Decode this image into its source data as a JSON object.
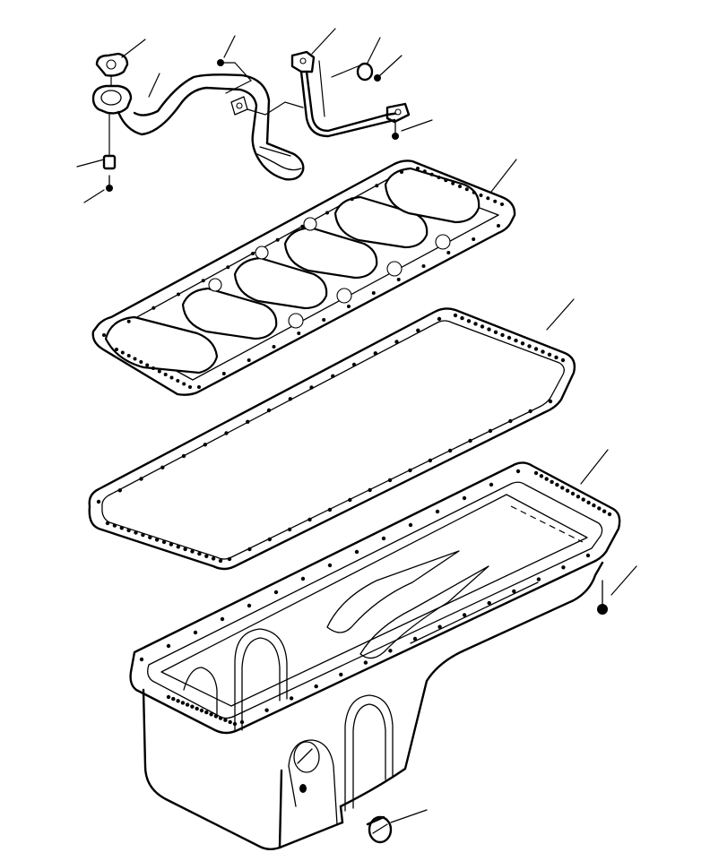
{
  "diagram": {
    "type": "exploded-parts-view",
    "line_color": "#000000",
    "background": "#ffffff",
    "parts": [
      {
        "id": "suction-pipe-flange-gasket"
      },
      {
        "id": "oil-suction-pipe-strainer"
      },
      {
        "id": "pipe-bracket-bolt"
      },
      {
        "id": "support-bracket"
      },
      {
        "id": "washer"
      },
      {
        "id": "nut"
      },
      {
        "id": "bracket-bolt"
      },
      {
        "id": "spacer"
      },
      {
        "id": "flange-bolt"
      },
      {
        "id": "stiffener-plate"
      },
      {
        "id": "oil-pan-gasket"
      },
      {
        "id": "oil-pan"
      },
      {
        "id": "oil-pan-bolt"
      },
      {
        "id": "drain-plug"
      }
    ]
  }
}
